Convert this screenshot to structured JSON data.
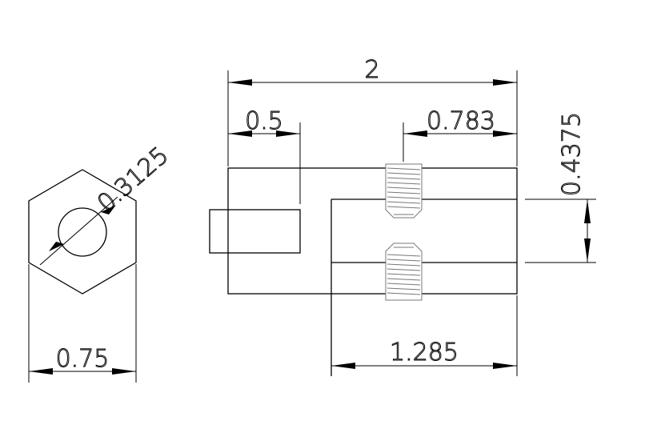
{
  "drawing": {
    "dimensions": {
      "overall_length": "2",
      "left_offset": "0.5",
      "right_offset": "0.783",
      "hole_spacing": "0.4375",
      "bore_length": "1.285",
      "hex_width": "0.75",
      "hole_diameter": "0.3125"
    },
    "line_color": "#000000",
    "thread_color": "#777777"
  }
}
